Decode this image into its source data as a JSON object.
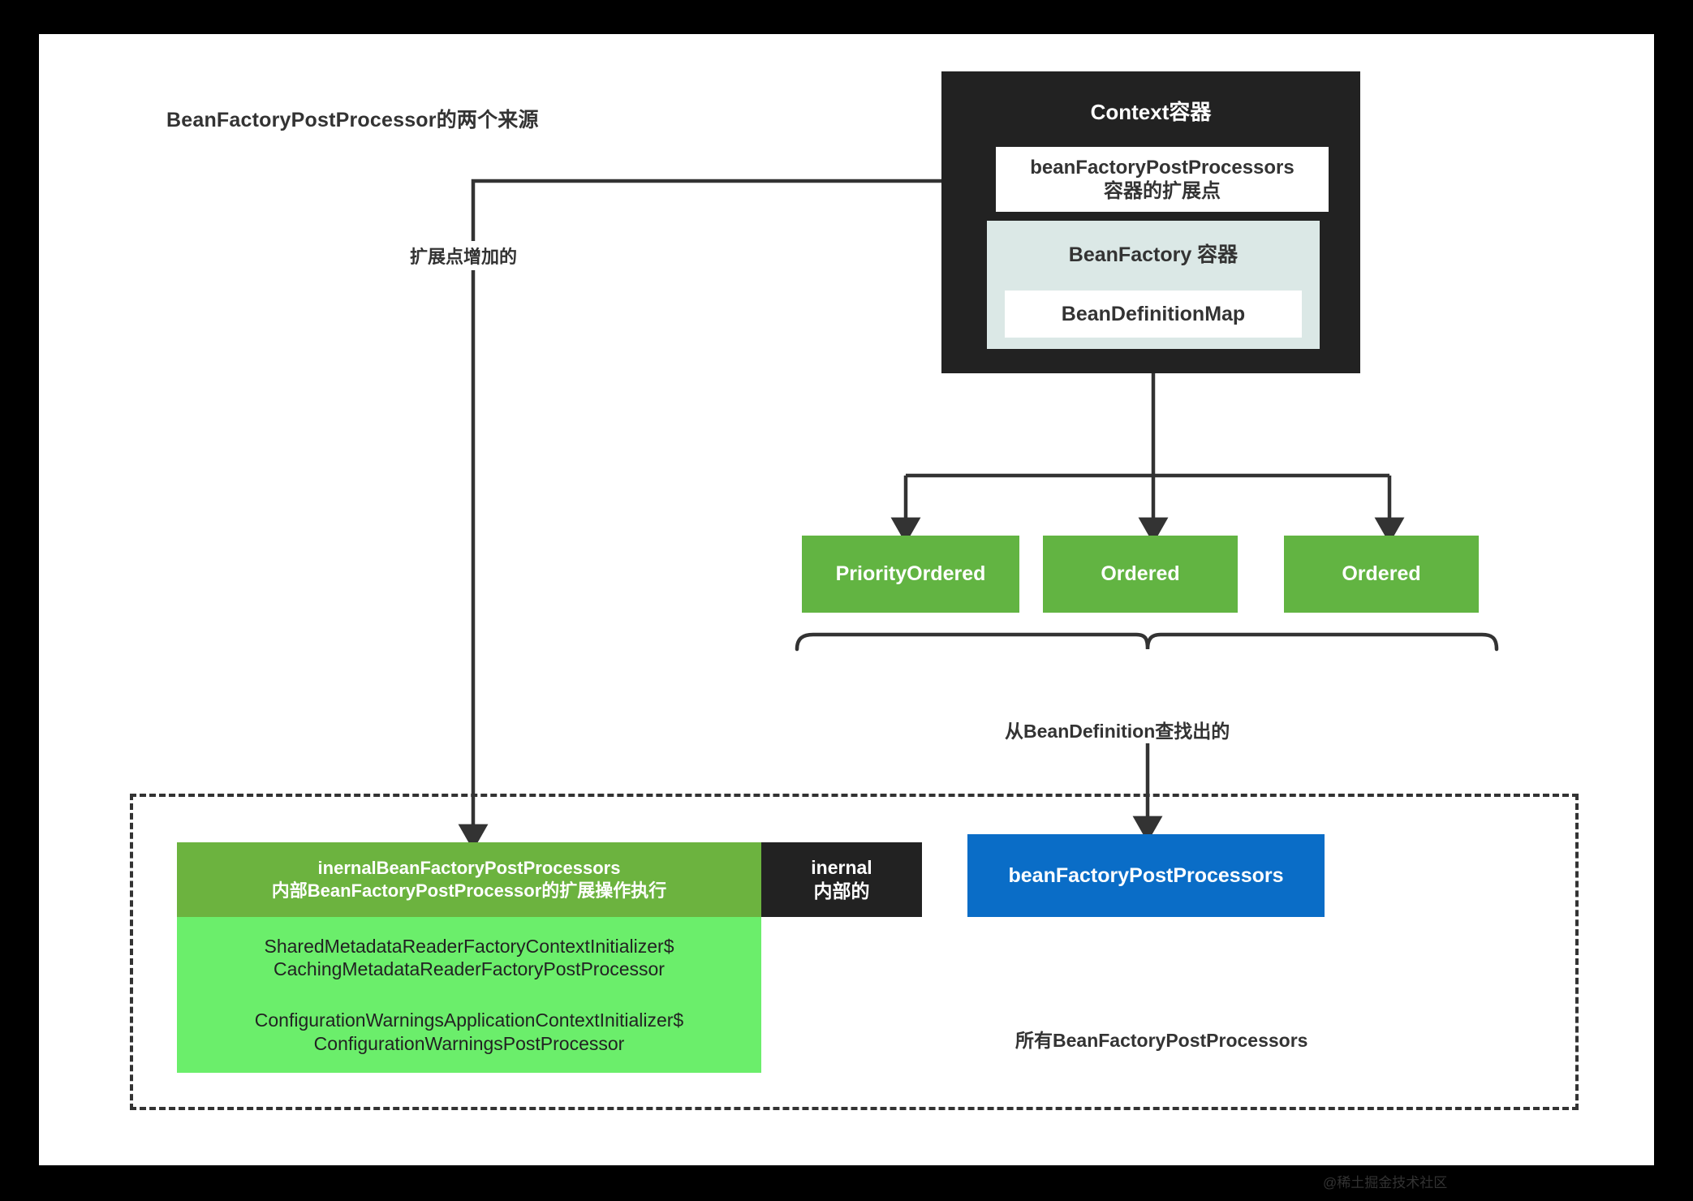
{
  "diagram": {
    "title": "BeanFactoryPostProcessor的两个来源",
    "watermark": "@稀土掘金技术社区"
  },
  "context_container": {
    "title": "Context容器",
    "extension_point": {
      "line1": "beanFactoryPostProcessors",
      "line2": "容器的扩展点"
    },
    "bean_factory": {
      "title": "BeanFactory 容器",
      "bean_definition_map": "BeanDefinitionMap"
    }
  },
  "labels": {
    "extension_point_added": "扩展点增加的",
    "from_bean_definition": "从BeanDefinition查找出的",
    "all_bfpp": "所有BeanFactoryPostProcessors"
  },
  "ordered_boxes": [
    {
      "label": "PriorityOrdered"
    },
    {
      "label": "Ordered"
    },
    {
      "label": "Ordered"
    }
  ],
  "internal_group": {
    "header_line1": "inernalBeanFactoryPostProcessors",
    "header_line2": "内部BeanFactoryPostProcessor的扩展操作执行",
    "tag_line1": "inernal",
    "tag_line2": "内部的",
    "processors": [
      "SharedMetadataReaderFactoryContextInitializer$\nCachingMetadataReaderFactoryPostProcessor",
      "ConfigurationWarningsApplicationContextInitializer$\nConfigurationWarningsPostProcessor"
    ]
  },
  "blue_group": {
    "label": "beanFactoryPostProcessors"
  },
  "colors": {
    "context_black": "#222222",
    "bean_factory_teal": "#dbe8e6",
    "ordered_green": "#62b442",
    "internal_header_green": "#6cb33f",
    "internal_list_green": "#6bee6b",
    "blue": "#0a6dc7",
    "line": "#333333"
  }
}
